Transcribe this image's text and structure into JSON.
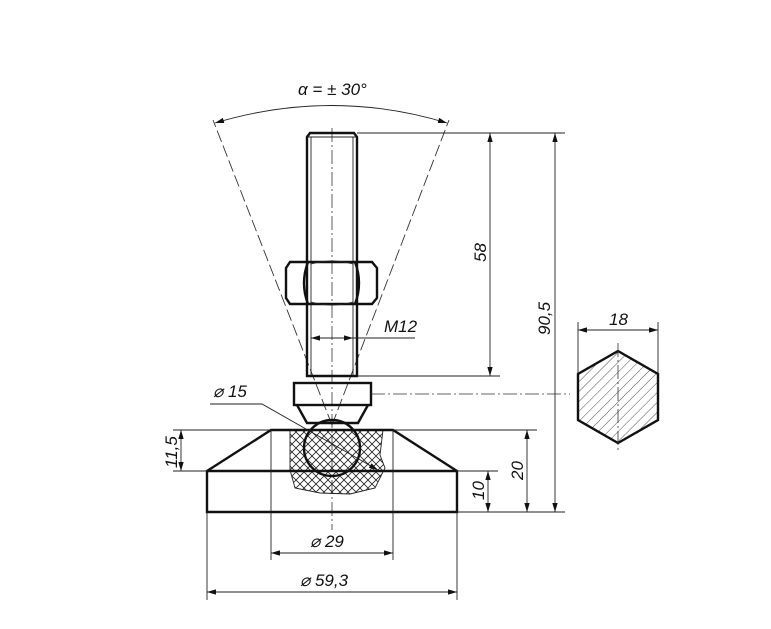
{
  "drawing": {
    "title": "Levelling foot",
    "angle_label": "α = ± 30°",
    "thread_label": "M12",
    "ball_diameter_label": "⌀ 15",
    "base_inner_diameter_label": "⌀ 29",
    "base_outer_diameter_label": "⌀ 59,3",
    "stud_length_label": "58",
    "total_height_label": "90,5",
    "base_height_label": "20",
    "base_plate_label": "10",
    "cone_height_label": "11,5",
    "hex_size_label": "18"
  }
}
